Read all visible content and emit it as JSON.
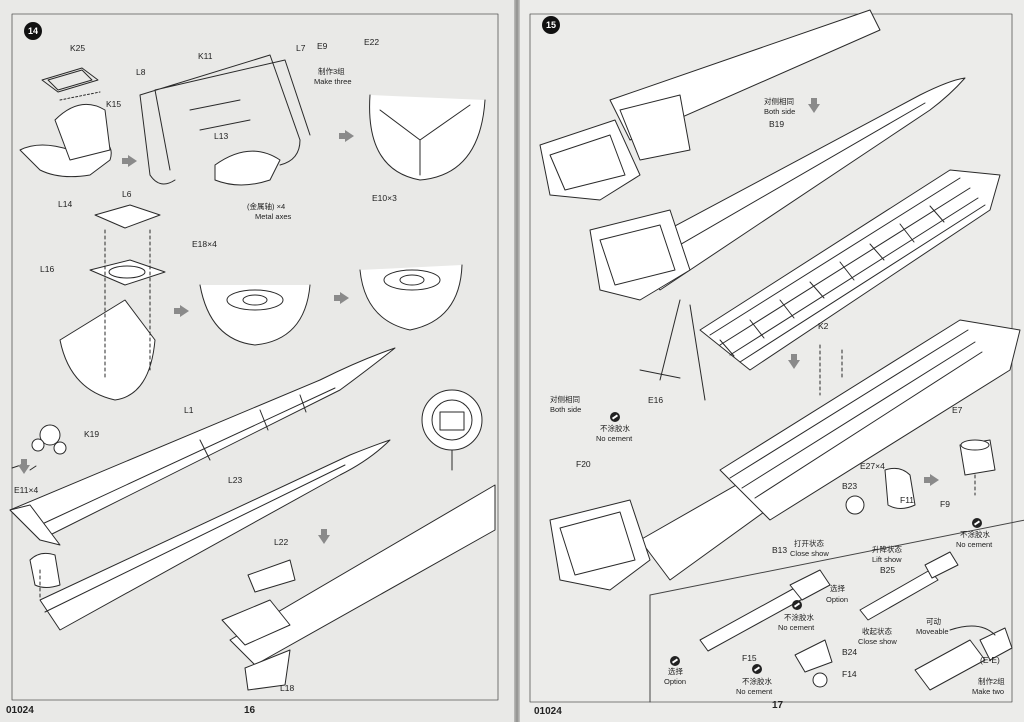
{
  "left_page": {
    "step": "14",
    "page_number": "16",
    "code": "01024",
    "labels": {
      "k25": "K25",
      "k15": "K15",
      "l14": "L14",
      "l8": "L8",
      "k11": "K11",
      "l7": "L7",
      "l13": "L13",
      "e9": "E9",
      "e22": "E22",
      "l6": "L6",
      "l16": "L16",
      "e18": "E18×4",
      "e10": "E10×3",
      "l1": "L1",
      "k19": "K19",
      "e11": "E11×4",
      "l23": "L23",
      "l22": "L22",
      "l18": "L18"
    },
    "notes": {
      "make_three_cn": "制作3组",
      "make_three_en": "Make three",
      "metal_axes_cn": "(金属轴) ×4",
      "metal_axes_en": "Metal axes"
    }
  },
  "right_page": {
    "step": "15",
    "page_number": "17",
    "code": "01024",
    "labels": {
      "b19": "B19",
      "k2": "K2",
      "e16": "E16",
      "f20": "F20",
      "e7": "E7",
      "e27": "E27×4",
      "b23": "B23",
      "f11": "F11",
      "f9": "F9",
      "b13": "B13",
      "b25": "B25",
      "f15": "F15",
      "b24": "B24",
      "f14": "F14",
      "ee": "(E-E)"
    },
    "notes": {
      "both_side_top_cn": "对侧相同",
      "both_side_top_en": "Both side",
      "both_side_left_cn": "对侧相同",
      "both_side_left_en": "Both side",
      "no_cement_1_cn": "不涂胶水",
      "no_cement_1_en": "No cement",
      "no_cement_2_cn": "不涂胶水",
      "no_cement_2_en": "No cement",
      "no_cement_3_cn": "不涂胶水",
      "no_cement_3_en": "No cement",
      "no_cement_4_cn": "不涂胶水",
      "no_cement_4_en": "No cement",
      "close_show_1_cn": "打开状态",
      "close_show_1_en": "Close show",
      "lift_show_cn": "升降状态",
      "lift_show_en": "Lift show",
      "option_1_cn": "选择",
      "option_1_en": "Option",
      "option_2_cn": "选择",
      "option_2_en": "Option",
      "close_show_2_cn": "收起状态",
      "close_show_2_en": "Close show",
      "moveable_cn": "可动",
      "moveable_en": "Moveable",
      "make_two_cn": "制作2组",
      "make_two_en": "Make two"
    }
  }
}
